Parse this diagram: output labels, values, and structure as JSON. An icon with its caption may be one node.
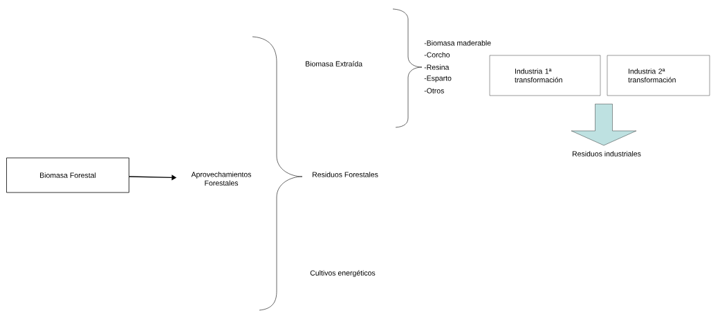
{
  "diagram": {
    "nodes": [
      {
        "text": [
          "Biomasa Forestal"
        ]
      },
      {
        "text": [
          "Aprovechamientos Forestales"
        ]
      },
      {
        "text": [
          "Industria 1ª transformación"
        ]
      },
      {
        "text": [
          "Industria 2ª transformación"
        ]
      },
      {
        "text": [
          "Residuos industriales"
        ]
      }
    ],
    "edges": [
      {
        "from": 0,
        "to": 1,
        "arrow": "to"
      },
      {
        "from": 2,
        "to": 4,
        "arrow": "to"
      },
      {
        "from": 3,
        "to": 4,
        "arrow": "to"
      }
    ],
    "labels": [
      "Biomasa Extraída",
      "-Biomasa maderable",
      "-Corcho",
      "-Resina",
      "-Esparto",
      "-Otros",
      "Residuos Forestales",
      "Cultivos energéticos"
    ]
  }
}
